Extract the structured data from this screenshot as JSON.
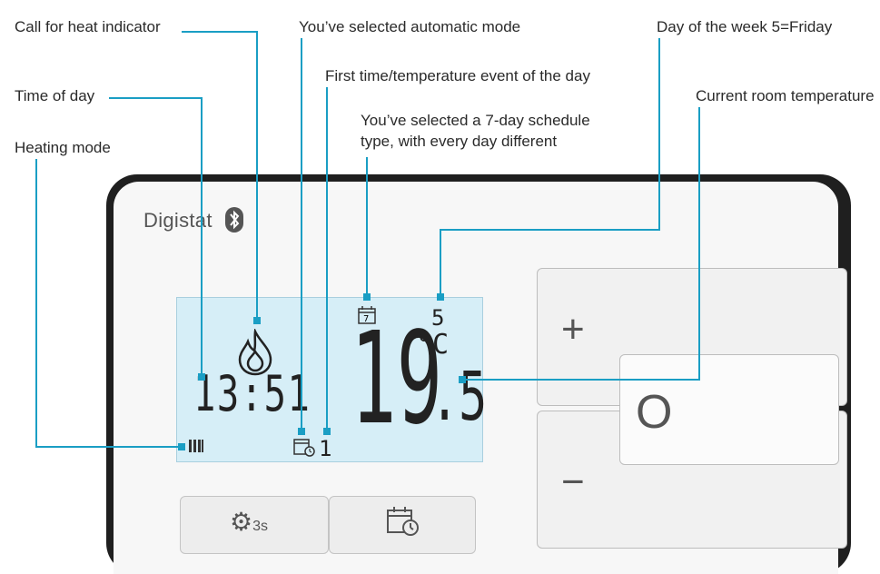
{
  "callouts": {
    "call_for_heat": "Call for heat indicator",
    "automatic_mode": "You’ve selected automatic mode",
    "day_of_week": "Day of the week 5=Friday",
    "first_event": "First time/temperature event of the day",
    "time_of_day": "Time of day",
    "current_temp": "Current room temperature",
    "schedule_line1": "You’ve selected a 7-day schedule",
    "schedule_line2": "type, with every day different",
    "heating_mode": "Heating mode"
  },
  "device": {
    "brand": "Digistat",
    "clock": "13:51",
    "temp_whole": "19",
    "temp_decimal": ".5",
    "unit": "°C",
    "day_number": "5",
    "event_number": "1",
    "calendar_day": "7",
    "plus_label": "+",
    "minus_label": "−",
    "mode_label": "O",
    "settings_suffix": "3s"
  },
  "colors": {
    "leader": "#1a9ec4",
    "lcd_bg": "#d6eef7"
  }
}
